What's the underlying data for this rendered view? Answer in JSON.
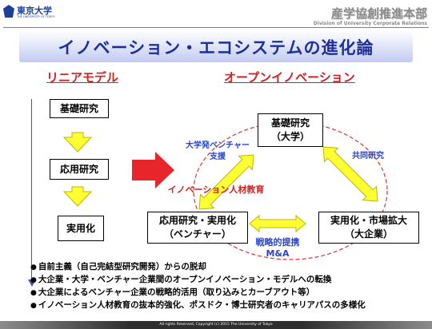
{
  "header": {
    "university_name": "東京大学",
    "university_name_en": "THE UNIVERSITY OF TOKYO",
    "department_jp": "産学協創推進本部",
    "department_en": "Division of University Corporate Relations"
  },
  "title": "イノベーション・エコシステムの進化論",
  "linear_model": {
    "heading": "リニアモデル",
    "stages": [
      "基礎研究",
      "応用研究",
      "実用化"
    ]
  },
  "open_innovation": {
    "heading": "オープンイノベーション",
    "nodes": {
      "basic": [
        "基礎研究",
        "（大学）"
      ],
      "applied": [
        "応用研究・実用化",
        "（ベンチャー）"
      ],
      "practical": [
        "実用化・市場拡大",
        "（大企業）"
      ]
    },
    "labels": {
      "venture_support": [
        "大学発ベンチャー",
        "支援"
      ],
      "joint_research": "共同研究",
      "talent_education": "イノベーション人材教育",
      "alliance": "戦略的提携",
      "ma": "M&A"
    }
  },
  "bullets": [
    "自前主義（自己完結型研究開発）からの脱却",
    "大企業・大学・ベンチャー企業間のオープンイノベーション・モデルへの転換",
    "大企業によるベンチャー企業の戦略的活用（取り込みとカーブアウト等）",
    "イノベーション人材教育の抜本的強化、ポスドク・博士研究者のキャリアパスの多様化"
  ],
  "footer": "All rights Reserved, Copyright (c) 2015 The University of Tokyo",
  "colors": {
    "title_blue": "#1e2f95",
    "heading_red": "#d42020",
    "arrow_yellow": "#ffff33",
    "big_arrow_red": "#e8252a",
    "label_blue": "#2b45c8"
  }
}
